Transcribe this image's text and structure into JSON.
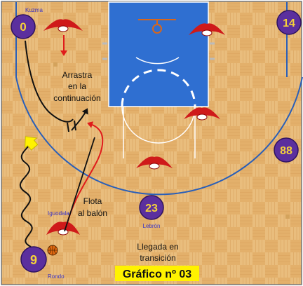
{
  "diagram": {
    "title": "Gráfico nº 03",
    "annotations": {
      "drag": [
        "Arrastra",
        "en la",
        "continuación"
      ],
      "float": [
        "Flota",
        "al balón"
      ],
      "arrival": [
        "Llegada en",
        "transición"
      ]
    },
    "players": [
      {
        "number": "0",
        "name": "Kuzma"
      },
      {
        "number": "14",
        "name": ""
      },
      {
        "number": "88",
        "name": ""
      },
      {
        "number": "23",
        "name": "Lebrón"
      },
      {
        "number": "9",
        "name": "Rondo"
      }
    ],
    "extra_labels": {
      "iguodala": "Iguodala"
    },
    "colors": {
      "court_wood": "#e7b978",
      "paint_blue": "#2f6fd1",
      "player_purple": "#5b2f9e",
      "player_number": "#f5d23a",
      "defender_red": "#cf1a1a",
      "title_bg": "#fff200",
      "cut_arrow": "#e01b1b",
      "move_arrow": "#111111"
    }
  }
}
